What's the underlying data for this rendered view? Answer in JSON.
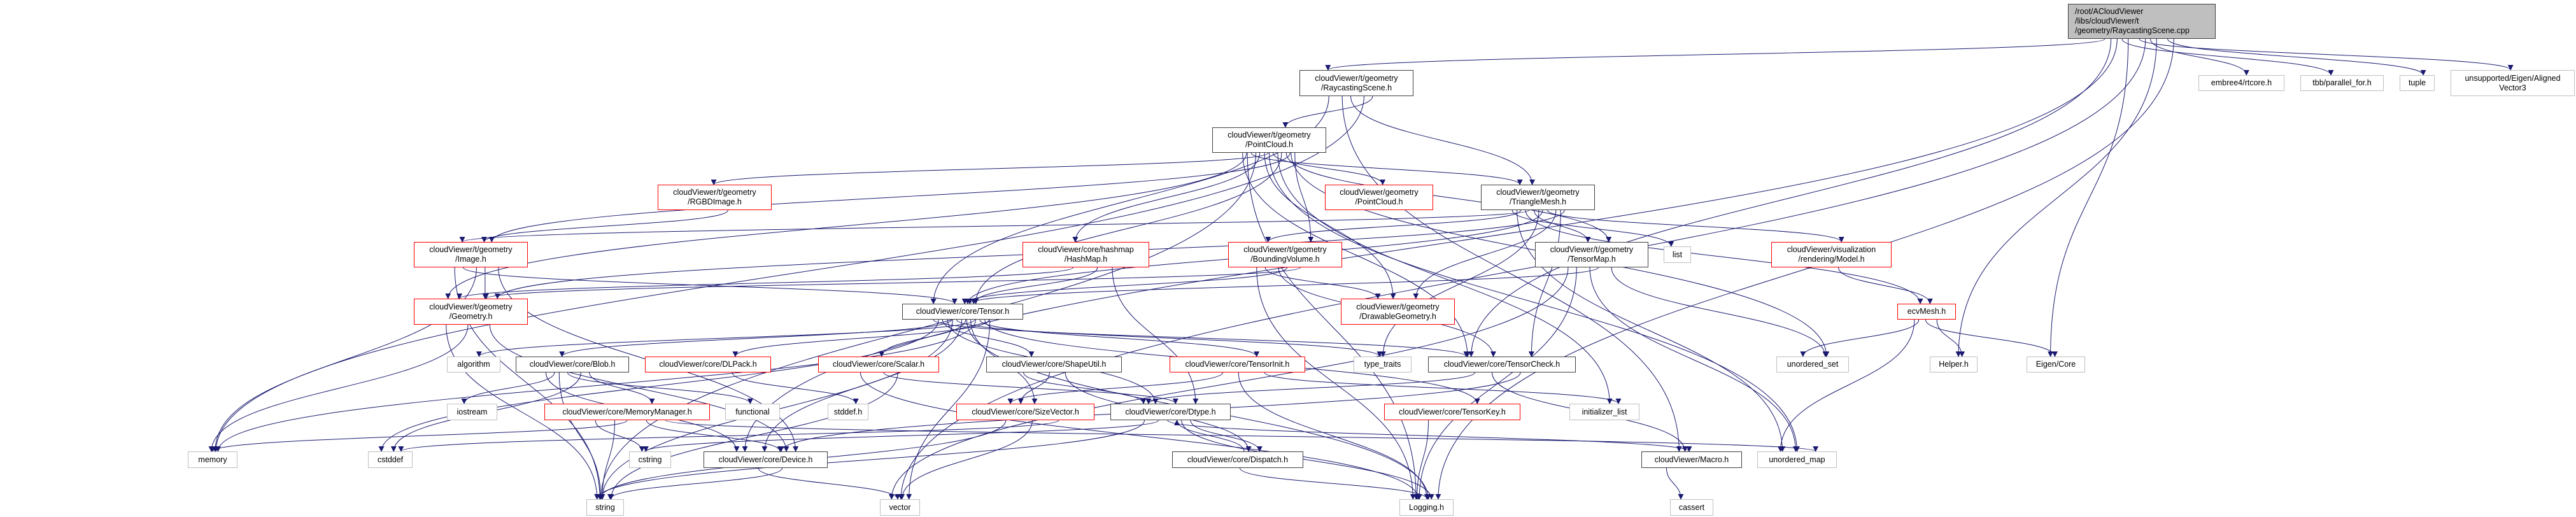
{
  "graph": {
    "edge_color": "#191970",
    "node_styles": {
      "doc": "#404040",
      "trunc": "#ff0000",
      "ext": "#bfbfbf",
      "root_fill": "#bfbfbf"
    },
    "nodes": [
      {
        "id": "main",
        "label": "/root/ACloudViewer\n/libs/cloudViewer/t\n/geometry/RaycastingScene.cpp",
        "style": "root"
      },
      {
        "id": "raycast",
        "label": "cloudViewer/t/geometry\n/RaycastingScene.h",
        "style": "doc"
      },
      {
        "id": "embree",
        "label": "embree4/rtcore.h",
        "style": "ext"
      },
      {
        "id": "tbb",
        "label": "tbb/parallel_for.h",
        "style": "ext"
      },
      {
        "id": "tuple",
        "label": "tuple",
        "style": "ext"
      },
      {
        "id": "aligned",
        "label": "unsupported/Eigen/Aligned\nVector3",
        "style": "ext"
      },
      {
        "id": "tpc",
        "label": "cloudViewer/t/geometry\n/PointCloud.h",
        "style": "doc"
      },
      {
        "id": "rgbd",
        "label": "cloudViewer/t/geometry\n/RGBDImage.h",
        "style": "trunc"
      },
      {
        "id": "gpc",
        "label": "cloudViewer/geometry\n/PointCloud.h",
        "style": "trunc"
      },
      {
        "id": "tmesh",
        "label": "cloudViewer/t/geometry\n/TriangleMesh.h",
        "style": "doc"
      },
      {
        "id": "image",
        "label": "cloudViewer/t/geometry\n/Image.h",
        "style": "trunc"
      },
      {
        "id": "hashmap",
        "label": "cloudViewer/core/hashmap\n/HashMap.h",
        "style": "trunc"
      },
      {
        "id": "bvol",
        "label": "cloudViewer/t/geometry\n/BoundingVolume.h",
        "style": "trunc"
      },
      {
        "id": "tmap",
        "label": "cloudViewer/t/geometry\n/TensorMap.h",
        "style": "doc"
      },
      {
        "id": "list",
        "label": "list",
        "style": "ext"
      },
      {
        "id": "model",
        "label": "cloudViewer/visualization\n/rendering/Model.h",
        "style": "trunc"
      },
      {
        "id": "geometry",
        "label": "cloudViewer/t/geometry\n/Geometry.h",
        "style": "trunc"
      },
      {
        "id": "tensor",
        "label": "cloudViewer/core/Tensor.h",
        "style": "doc"
      },
      {
        "id": "drawable",
        "label": "cloudViewer/t/geometry\n/DrawableGeometry.h",
        "style": "trunc"
      },
      {
        "id": "ecvmesh",
        "label": "ecvMesh.h",
        "style": "trunc"
      },
      {
        "id": "algorithm",
        "label": "algorithm",
        "style": "ext"
      },
      {
        "id": "blob",
        "label": "cloudViewer/core/Blob.h",
        "style": "doc"
      },
      {
        "id": "dlpack",
        "label": "cloudViewer/core/DLPack.h",
        "style": "trunc"
      },
      {
        "id": "scalar",
        "label": "cloudViewer/core/Scalar.h",
        "style": "trunc"
      },
      {
        "id": "shapeutil",
        "label": "cloudViewer/core/ShapeUtil.h",
        "style": "doc"
      },
      {
        "id": "tensorinit",
        "label": "cloudViewer/core/TensorInit.h",
        "style": "trunc"
      },
      {
        "id": "typetraits",
        "label": "type_traits",
        "style": "ext"
      },
      {
        "id": "tcheck",
        "label": "cloudViewer/core/TensorCheck.h",
        "style": "doc"
      },
      {
        "id": "uset",
        "label": "unordered_set",
        "style": "ext"
      },
      {
        "id": "helper",
        "label": "Helper.h",
        "style": "ext"
      },
      {
        "id": "eigencore",
        "label": "Eigen/Core",
        "style": "ext"
      },
      {
        "id": "iostream",
        "label": "iostream",
        "style": "ext"
      },
      {
        "id": "memmgr",
        "label": "cloudViewer/core/MemoryManager.h",
        "style": "trunc"
      },
      {
        "id": "functional",
        "label": "functional",
        "style": "ext"
      },
      {
        "id": "stddef",
        "label": "stddef.h",
        "style": "ext"
      },
      {
        "id": "sizevec",
        "label": "cloudViewer/core/SizeVector.h",
        "style": "trunc"
      },
      {
        "id": "dtype",
        "label": "cloudViewer/core/Dtype.h",
        "style": "doc"
      },
      {
        "id": "tkey",
        "label": "cloudViewer/core/TensorKey.h",
        "style": "trunc"
      },
      {
        "id": "initlist",
        "label": "initializer_list",
        "style": "ext"
      },
      {
        "id": "memory",
        "label": "memory",
        "style": "ext"
      },
      {
        "id": "cstddef",
        "label": "cstddef",
        "style": "ext"
      },
      {
        "id": "cstring",
        "label": "cstring",
        "style": "ext"
      },
      {
        "id": "device",
        "label": "cloudViewer/core/Device.h",
        "style": "doc"
      },
      {
        "id": "dispatch",
        "label": "cloudViewer/core/Dispatch.h",
        "style": "doc"
      },
      {
        "id": "macro",
        "label": "cloudViewer/Macro.h",
        "style": "doc"
      },
      {
        "id": "umap",
        "label": "unordered_map",
        "style": "ext"
      },
      {
        "id": "string",
        "label": "string",
        "style": "ext"
      },
      {
        "id": "vector",
        "label": "vector",
        "style": "ext"
      },
      {
        "id": "logging",
        "label": "Logging.h",
        "style": "ext"
      },
      {
        "id": "cassert",
        "label": "cassert",
        "style": "ext"
      }
    ],
    "edges": [
      [
        "main",
        "raycast"
      ],
      [
        "main",
        "embree"
      ],
      [
        "main",
        "tbb"
      ],
      [
        "main",
        "tuple"
      ],
      [
        "main",
        "aligned"
      ],
      [
        "main",
        "tcheck"
      ],
      [
        "main",
        "helper"
      ],
      [
        "main",
        "eigencore"
      ],
      [
        "main",
        "logging"
      ],
      [
        "main",
        "vector"
      ],
      [
        "main",
        "device"
      ],
      [
        "raycast",
        "tpc"
      ],
      [
        "raycast",
        "tmesh"
      ],
      [
        "raycast",
        "tensor"
      ],
      [
        "raycast",
        "memory"
      ],
      [
        "raycast",
        "macro"
      ],
      [
        "tpc",
        "image"
      ],
      [
        "tpc",
        "rgbd"
      ],
      [
        "tpc",
        "geometry"
      ],
      [
        "tpc",
        "tensor"
      ],
      [
        "tpc",
        "hashmap"
      ],
      [
        "tpc",
        "bvol"
      ],
      [
        "tpc",
        "gpc"
      ],
      [
        "tpc",
        "tmesh"
      ],
      [
        "tpc",
        "tmap"
      ],
      [
        "tpc",
        "drawable"
      ],
      [
        "tpc",
        "tcheck"
      ],
      [
        "tpc",
        "initlist"
      ],
      [
        "tpc",
        "string"
      ],
      [
        "tpc",
        "uset"
      ],
      [
        "tpc",
        "umap"
      ],
      [
        "tpc",
        "logging"
      ],
      [
        "rgbd",
        "image"
      ],
      [
        "tmesh",
        "image"
      ],
      [
        "tmesh",
        "geometry"
      ],
      [
        "tmesh",
        "tensor"
      ],
      [
        "tmesh",
        "bvol"
      ],
      [
        "tmesh",
        "drawable"
      ],
      [
        "tmesh",
        "tmap"
      ],
      [
        "tmesh",
        "list"
      ],
      [
        "tmesh",
        "model"
      ],
      [
        "tmesh",
        "ecvmesh"
      ],
      [
        "tmesh",
        "tcheck"
      ],
      [
        "tmesh",
        "typetraits"
      ],
      [
        "tmesh",
        "umap"
      ],
      [
        "image",
        "geometry"
      ],
      [
        "image",
        "tensor"
      ],
      [
        "image",
        "device"
      ],
      [
        "image",
        "memory"
      ],
      [
        "image",
        "string"
      ],
      [
        "geometry",
        "device"
      ],
      [
        "geometry",
        "memory"
      ],
      [
        "geometry",
        "string"
      ],
      [
        "hashmap",
        "tensor"
      ],
      [
        "hashmap",
        "geometry"
      ],
      [
        "hashmap",
        "dtype"
      ],
      [
        "bvol",
        "tensor"
      ],
      [
        "bvol",
        "drawable"
      ],
      [
        "bvol",
        "geometry"
      ],
      [
        "bvol",
        "tcheck"
      ],
      [
        "bvol",
        "logging"
      ],
      [
        "tmap",
        "tensor"
      ],
      [
        "tmap",
        "logging"
      ],
      [
        "tmap",
        "uset"
      ],
      [
        "tmap",
        "umap"
      ],
      [
        "tmap",
        "vector"
      ],
      [
        "tensor",
        "algorithm"
      ],
      [
        "tensor",
        "blob"
      ],
      [
        "tensor",
        "dlpack"
      ],
      [
        "tensor",
        "scalar"
      ],
      [
        "tensor",
        "shapeutil"
      ],
      [
        "tensor",
        "tensorinit"
      ],
      [
        "tensor",
        "typetraits"
      ],
      [
        "tensor",
        "tcheck"
      ],
      [
        "tensor",
        "sizevec"
      ],
      [
        "tensor",
        "dtype"
      ],
      [
        "tensor",
        "tkey"
      ],
      [
        "tensor",
        "device"
      ],
      [
        "tensor",
        "cstddef"
      ],
      [
        "tensor",
        "memory"
      ],
      [
        "tensor",
        "string"
      ],
      [
        "tensor",
        "vector"
      ],
      [
        "tensor",
        "logging"
      ],
      [
        "blob",
        "iostream"
      ],
      [
        "blob",
        "memmgr"
      ],
      [
        "blob",
        "functional"
      ],
      [
        "blob",
        "device"
      ],
      [
        "blob",
        "cstddef"
      ],
      [
        "blob",
        "string"
      ],
      [
        "dlpack",
        "stddef"
      ],
      [
        "memmgr",
        "memory"
      ],
      [
        "memmgr",
        "cstring"
      ],
      [
        "memmgr",
        "device"
      ],
      [
        "memmgr",
        "string"
      ],
      [
        "memmgr",
        "umap"
      ],
      [
        "scalar",
        "dtype"
      ],
      [
        "scalar",
        "logging"
      ],
      [
        "scalar",
        "string"
      ],
      [
        "shapeutil",
        "sizevec"
      ],
      [
        "shapeutil",
        "dtype"
      ],
      [
        "shapeutil",
        "dispatch"
      ],
      [
        "tensorinit",
        "sizevec"
      ],
      [
        "tensorinit",
        "initlist"
      ],
      [
        "tensorinit",
        "logging"
      ],
      [
        "tcheck",
        "dtype"
      ],
      [
        "tcheck",
        "device"
      ],
      [
        "tcheck",
        "macro"
      ],
      [
        "sizevec",
        "cstddef"
      ],
      [
        "sizevec",
        "vector"
      ],
      [
        "sizevec",
        "string"
      ],
      [
        "dtype",
        "dispatch"
      ],
      [
        "dtype",
        "macro"
      ],
      [
        "dtype",
        "string"
      ],
      [
        "dtype",
        "logging"
      ],
      [
        "dtype",
        "cstring"
      ],
      [
        "dispatch",
        "dtype"
      ],
      [
        "dispatch",
        "logging"
      ],
      [
        "tkey",
        "logging"
      ],
      [
        "device",
        "string"
      ],
      [
        "device",
        "vector"
      ],
      [
        "macro",
        "cassert"
      ],
      [
        "model",
        "ecvmesh"
      ],
      [
        "ecvmesh",
        "uset"
      ],
      [
        "ecvmesh",
        "helper"
      ],
      [
        "ecvmesh",
        "eigencore"
      ],
      [
        "ecvmesh",
        "umap"
      ]
    ]
  }
}
